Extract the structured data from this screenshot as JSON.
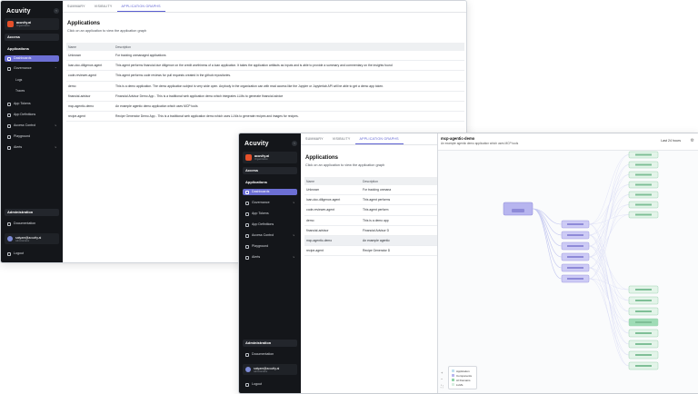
{
  "brand": {
    "logo": "Acuvity"
  },
  "org": {
    "name": "acuvity.ai",
    "sub": "Organization"
  },
  "nav": {
    "access_label": "Access",
    "applications_label": "Applications",
    "items": [
      {
        "label": "Dashboards"
      },
      {
        "label": "Governance"
      },
      {
        "label": "Logs"
      },
      {
        "label": "Traces"
      },
      {
        "label": "App Tokens"
      },
      {
        "label": "App Definitions"
      },
      {
        "label": "Access Control"
      },
      {
        "label": "Playground"
      },
      {
        "label": "Alerts"
      }
    ],
    "administration_label": "Administration",
    "documentation_label": "Documentation",
    "logout_label": "Logout"
  },
  "user": {
    "email": "satyam@acuvity.ai",
    "role": "Administrator"
  },
  "tabs": [
    "SUMMARY",
    "VISIBILITY",
    "APPLICATION GRAPHS"
  ],
  "main": {
    "title": "Applications",
    "subtitle": "Click on an application to view the application graph",
    "columns": [
      "Name",
      "Description"
    ],
    "rows": [
      {
        "name": "Unknown",
        "description": "For tracking unmanaged applications"
      },
      {
        "name": "loan-doc-diligence-agent",
        "description": "This agent performs financial due diligence on the credit worthiness of a loan application. It takes the application artifacts as inputs and is able to provide a summary and commentary on the insights found"
      },
      {
        "name": "code-reviewer-agent",
        "description": "This agent performs code reviews for pull requests created in the github repositories."
      },
      {
        "name": "demo",
        "description": "This is a demo application. The demo application subject is very wide open. Anybody in the organization can with read access like the Jupyter or Jupyterlab API will be able to get a demo app token."
      },
      {
        "name": "financial-advisor",
        "description": "Financial Advisor Demo App - This is a traditional web application demo which integrates LLMs to generate financial advice"
      },
      {
        "name": "mcp-agentic-demo",
        "description": "An example agentic demo application which uses MCP tools"
      },
      {
        "name": "recipe-agent",
        "description": "Recipe Generator Demo App - This is a traditional web application demo which uses LLMs to generate recipes and images for recipes."
      }
    ],
    "truncated_rows": [
      {
        "name": "Unknown",
        "description": "For tracking unmana"
      },
      {
        "name": "loan-doc-diligence-agent",
        "description": "This agent performs"
      },
      {
        "name": "code-reviewer-agent",
        "description": "This agent perform"
      },
      {
        "name": "demo",
        "description": "This is a demo app"
      },
      {
        "name": "financial-advisor",
        "description": "Financial Advisor D"
      },
      {
        "name": "mcp-agentic-demo",
        "description": "An example agentic"
      },
      {
        "name": "recipe-agent",
        "description": "Recipe Generator D"
      }
    ]
  },
  "graph_panel": {
    "title": "mcp-agentic-demo",
    "subtitle": "An example agentic demo application which uses MCP tools",
    "time_range": "Last 24 hours",
    "legend": [
      {
        "label": "Application",
        "color": "#bfe0f0"
      },
      {
        "label": "Components",
        "color": "#b7b5ef"
      },
      {
        "label": "AI Domains",
        "color": "#8fd3a8"
      },
      {
        "label": "LLMs",
        "color": "#d8eee0"
      }
    ]
  },
  "colors": {
    "accent": "#6c6fd4",
    "sidebar": "#14161a"
  }
}
